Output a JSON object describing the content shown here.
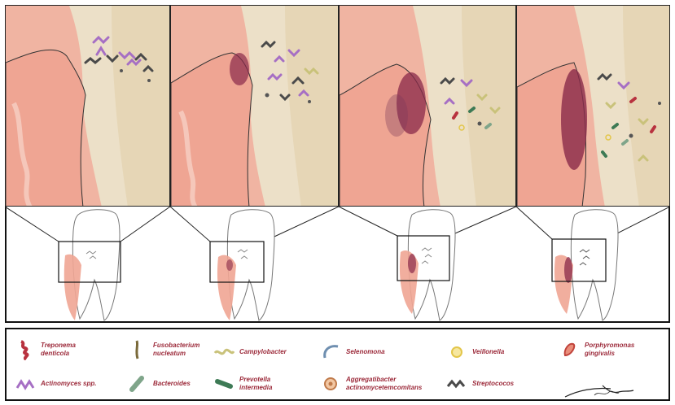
{
  "legend": {
    "items": [
      {
        "label": "Treponema\ndenticola",
        "icon": "treponema-icon",
        "color": "#b8323f"
      },
      {
        "label": "Fusobacterium\nnucleatum",
        "icon": "fusobacterium-icon",
        "color": "#7a6a3a"
      },
      {
        "label": "Campylobacter",
        "icon": "campylobacter-icon",
        "color": "#c9c27a"
      },
      {
        "label": "Selenomona",
        "icon": "selenomona-icon",
        "color": "#6f8fb0"
      },
      {
        "label": "Veillonella",
        "icon": "veillonella-icon",
        "color": "#e3c64a"
      },
      {
        "label": "Porphyromonas\ngingivalis",
        "icon": "porphyromonas-icon",
        "color": "#c0423a"
      },
      {
        "label": "Actinomyces spp.",
        "icon": "actinomyces-icon",
        "color": "#a66fc4"
      },
      {
        "label": "Bacteroides",
        "icon": "bacteroides-icon",
        "color": "#7fa58a"
      },
      {
        "label": "Prevotella\nintermedia",
        "icon": "prevotella-icon",
        "color": "#3d7a55"
      },
      {
        "label": "Aggregatibacter\nactinomycetemcomitans",
        "icon": "aggregatibacter-icon",
        "color": "#c07a4a"
      },
      {
        "label": "Streptococos",
        "icon": "streptococos-icon",
        "color": "#4a4a4a"
      }
    ]
  },
  "colors": {
    "gum": "#eeaa98",
    "gum_light": "#f4c6b4",
    "enamel": "#e7dcc8",
    "inflamed": "#8a2a4a"
  }
}
